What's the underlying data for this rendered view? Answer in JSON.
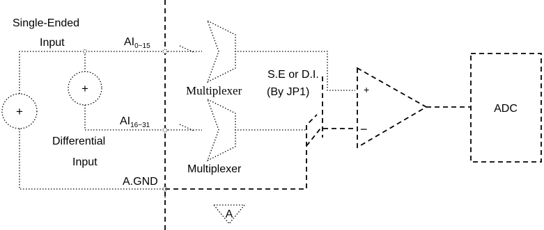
{
  "labels": {
    "single_ended_line1": "Single-Ended",
    "single_ended_line2": "Input",
    "ai_top_main": "AI",
    "ai_top_sub": "0~15",
    "ai_bottom_main": "AI",
    "ai_bottom_sub": "16~31",
    "differential_line1": "Differential",
    "differential_line2": "Input",
    "multiplexer_top": "Multiplexer",
    "multiplexer_bottom": "Multiplexer",
    "mode_line1": "S.E or D.I.",
    "mode_line2": "(By JP1)",
    "agnd": "A.GND",
    "adc": "ADC",
    "ground_symbol": "A"
  },
  "symbols": {
    "plus": "+",
    "minus": "−"
  }
}
